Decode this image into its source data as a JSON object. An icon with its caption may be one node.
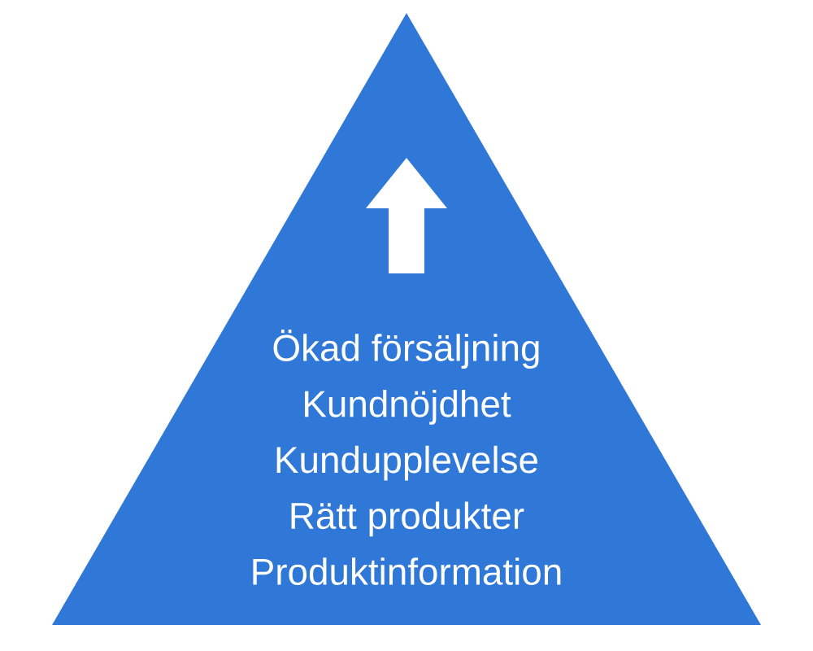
{
  "diagram": {
    "nodes": [
      {
        "text": [
          "Ökad försäljning",
          "Kundnöjdhet",
          "Kundupplevelse",
          "Rätt produkter",
          "Produktinformation"
        ]
      }
    ]
  }
}
